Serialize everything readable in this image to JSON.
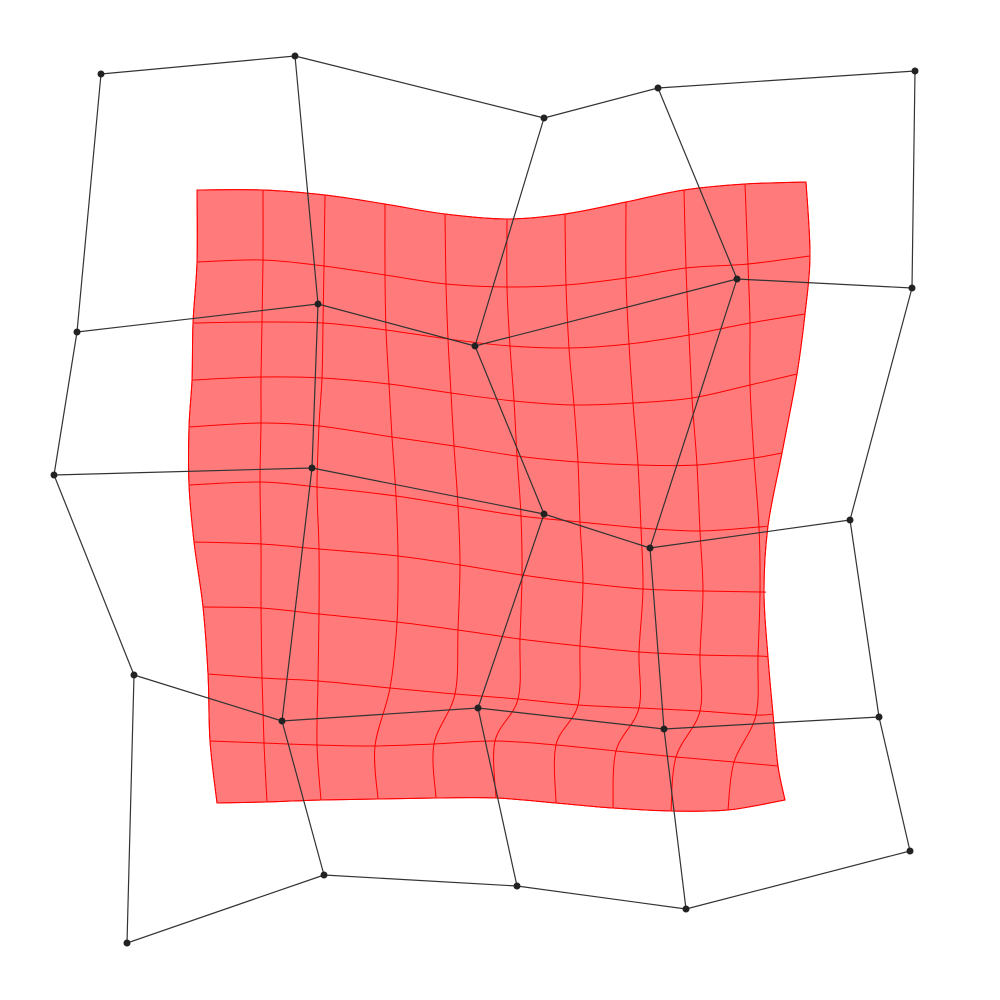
{
  "diagram": {
    "kind": "free-form deformation (FFD) lattice warping a grid patch",
    "colors": {
      "background": "#ffffff",
      "patch_fill": "#ff7b7b",
      "patch_grid_line": "#ff0000",
      "control_edge": "#333333",
      "control_point": "#222222"
    },
    "control_lattice_size": [
      4,
      5
    ],
    "warped_grid_subdivisions": [
      10,
      10
    ]
  }
}
